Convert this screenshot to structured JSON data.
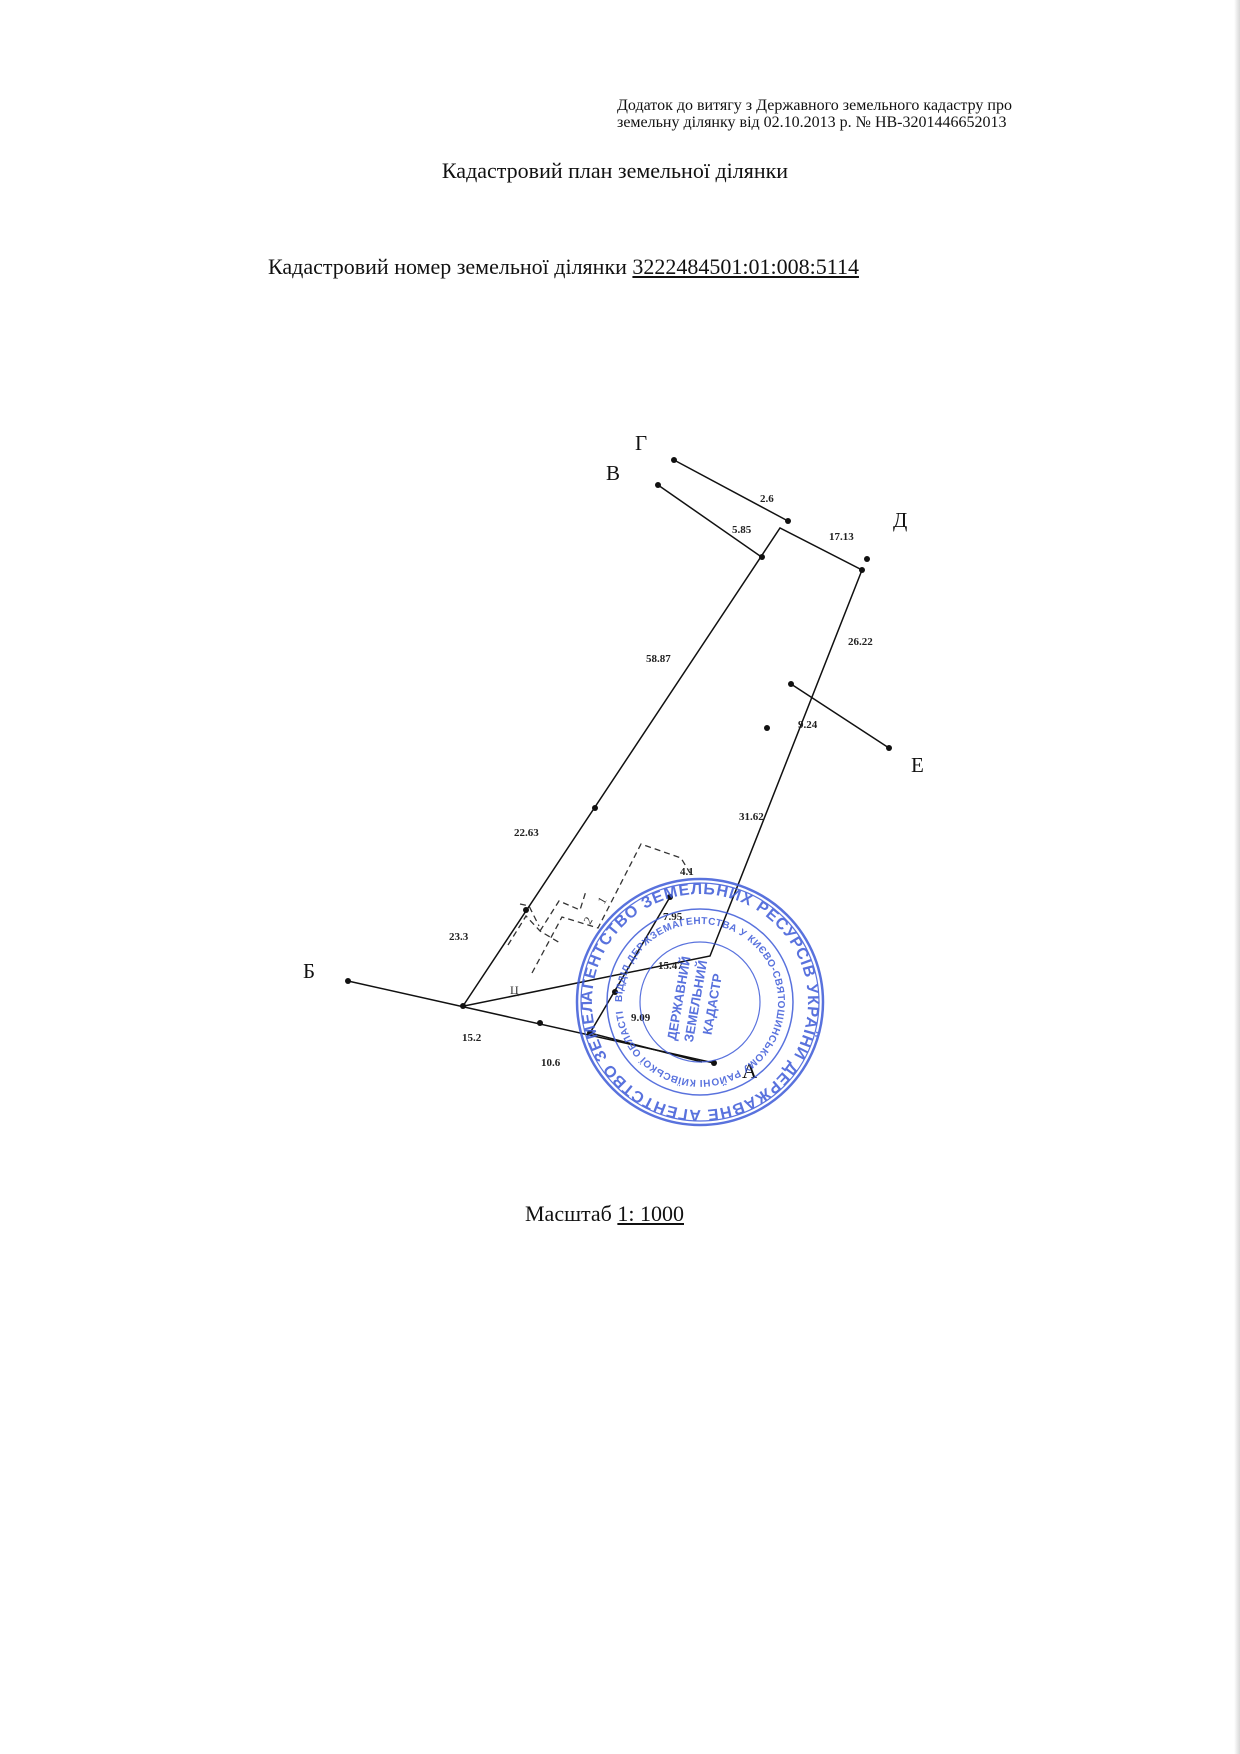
{
  "header": {
    "line1": "Додаток до витягу з Державного земельного кадастру про",
    "line2": "земельну ділянку від 02.10.2013 р. № НВ-3201446652013"
  },
  "title": "Кадастровий план земельної ділянки",
  "cadastral": {
    "label": "Кадастровий номер земельної ділянки",
    "number": "3222484501:01:008:5114"
  },
  "plan": {
    "points": [
      "А",
      "Б",
      "В",
      "Г",
      "Д",
      "Е"
    ],
    "dimensions": [
      "2.6",
      "17.13",
      "5.85",
      "58.87",
      "26.22",
      "9.24",
      "31.62",
      "22.63",
      "4.1",
      "7.95",
      "23.3",
      "15.47",
      "9.09",
      "15.2",
      "10.6"
    ]
  },
  "stamp": {
    "outer_text": "АГЕНТСТВО ЗЕМЕЛЬНИХ РЕСУРСІВ УКРАЇНИ ДЕРЖАВНЕ АГЕНТСТВО ЗЕМЕЛЬНИХ РЕСУРСІВ УКРАЇНИ",
    "color": "#3d5ad8"
  },
  "scale": {
    "label": "Масштаб",
    "value": "1: 1000"
  }
}
